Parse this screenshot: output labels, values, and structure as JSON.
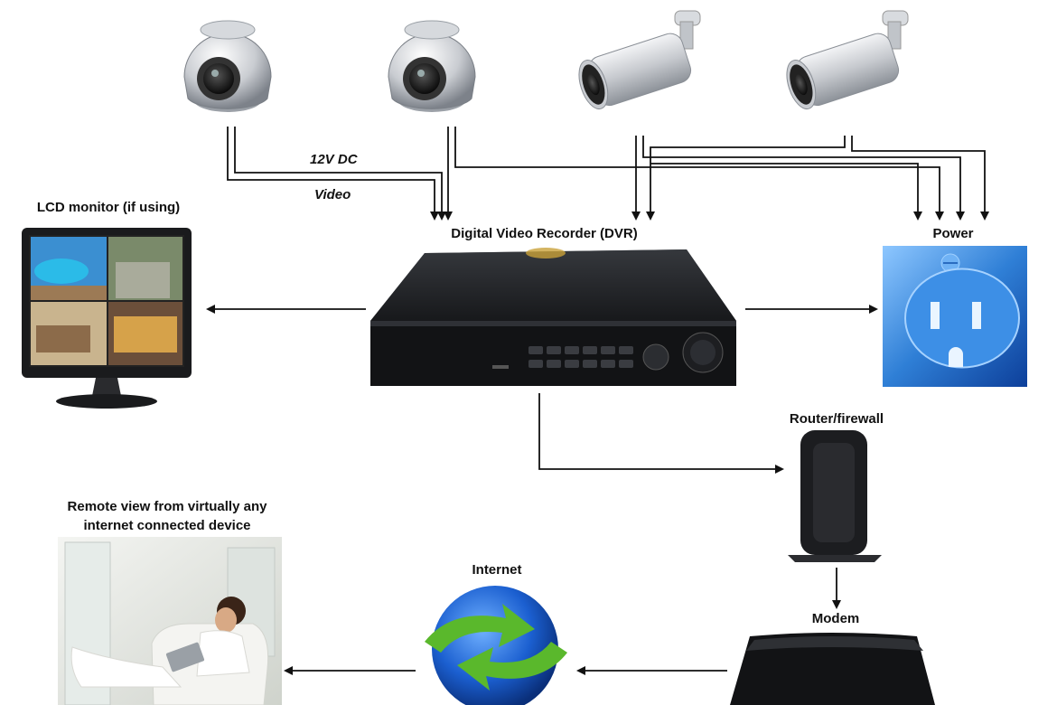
{
  "labels": {
    "lcd_monitor": "LCD monitor (if using)",
    "dvr": "Digital Video Recorder (DVR)",
    "power": "Power",
    "router": "Router/firewall",
    "modem": "Modem",
    "internet": "Internet",
    "remote_line1": "Remote view from virtually any",
    "remote_line2": "internet connected device",
    "power_wire": "12V DC",
    "video_wire": "Video"
  },
  "colors": {
    "wire": "#111111",
    "outlet_blue": "#2f7fd6",
    "globe_blue": "#1b5fd0",
    "globe_arrow_green": "#5ab82c"
  },
  "icons": [
    "dome-camera-icon",
    "bullet-camera-icon",
    "lcd-monitor-icon",
    "dvr-icon",
    "power-outlet-icon",
    "router-icon",
    "modem-icon",
    "internet-globe-icon",
    "remote-viewer-photo"
  ]
}
